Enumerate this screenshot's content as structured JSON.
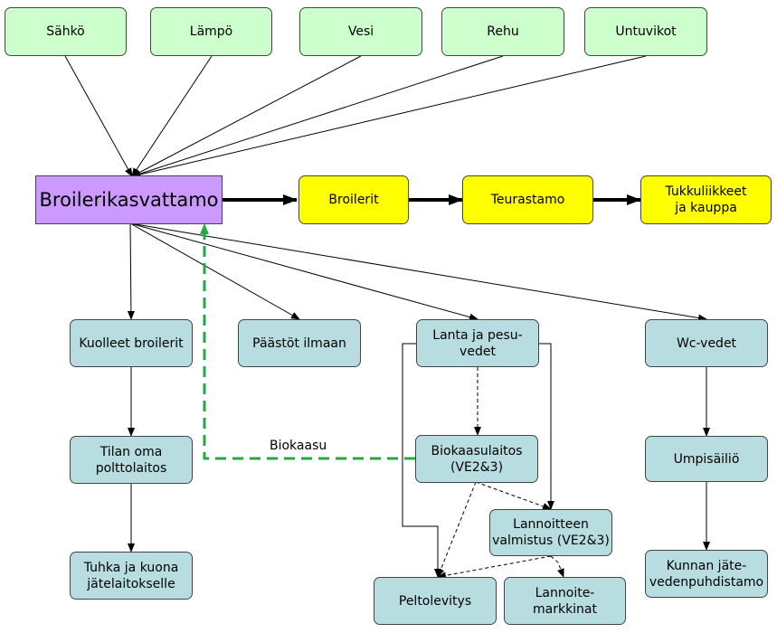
{
  "inputs": {
    "electricity": "Sähkö",
    "heat": "Lämpö",
    "water": "Vesi",
    "feed": "Rehu",
    "chicks": "Untuvikot"
  },
  "main": {
    "farm": "Broilerikasvattamo",
    "broilers": "Broilerit",
    "slaughterhouse": "Teurastamo",
    "wholesale": "Tukkuliikkeet\nja kauppa"
  },
  "outputs": {
    "dead_broilers": "Kuolleet broilerit",
    "emissions": "Päästöt ilmaan",
    "manure": "Lanta ja pesu-\nvedet",
    "wc_water": "Wc-vedet",
    "incinerator": "Tilan oma\npolttolaitos",
    "biogas_plant": "Biokaasulaitos\n(VE2&3)",
    "septic_tank": "Umpisäiliö",
    "ash": "Tuhka ja kuona\njätelaitokselle",
    "fertilizer_prep": "Lannoitteen\nvalmistus (VE2&3)",
    "municipal_plant": "Kunnan jäte-\nvedenpuhdistamo",
    "field_spreading": "Peltolevitys",
    "fertilizer_market": "Lannoite-\nmarkkinat"
  },
  "labels": {
    "biogas": "Biokaasu"
  },
  "colors": {
    "input_fill": "#ccffcc",
    "chain_fill": "#ffff00",
    "output_fill": "#b7dde1",
    "farm_fill": "#cc99ff",
    "biogas_line": "#22aa44"
  }
}
